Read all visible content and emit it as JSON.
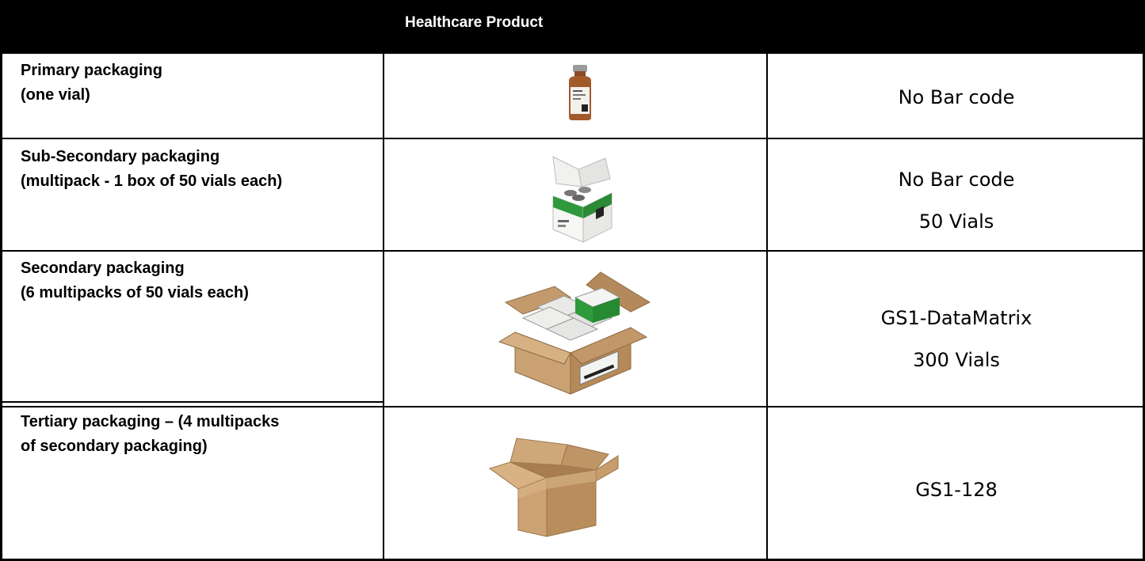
{
  "header": {
    "title": "Healthcare  Product"
  },
  "rows": [
    {
      "label_line1": "Primary packaging",
      "label_line2": "(one vial)",
      "code": "No Bar code",
      "quantity": "",
      "icon": "vial-icon"
    },
    {
      "label_line1": "Sub-Secondary packaging",
      "label_line2": "(multipack - 1 box of 50 vials each)",
      "code": "No Bar code",
      "quantity": "50 Vials",
      "icon": "multipack-box-icon"
    },
    {
      "label_line1": "Secondary packaging",
      "label_line2": "(6 multipacks of 50 vials each)",
      "code": "GS1-DataMatrix",
      "quantity": "300 Vials",
      "icon": "open-carton-with-multipacks-icon"
    },
    {
      "label_line1": "Tertiary packaging – (4 multipacks",
      "label_line2": "of  secondary packaging)",
      "code": "GS1-128",
      "quantity": "",
      "icon": "empty-open-carton-icon"
    }
  ],
  "colors": {
    "header_bg": "#000000",
    "header_text": "#ffffff",
    "border": "#000000",
    "cardboard": "#c9a173",
    "pack_green": "#2e9a3c",
    "vial_amber": "#9a4a1c"
  }
}
